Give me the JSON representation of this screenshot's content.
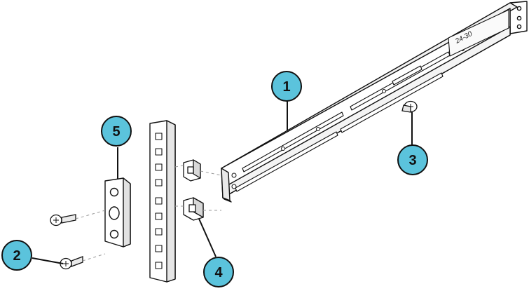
{
  "rail_label": "24-30",
  "callouts": [
    {
      "id": "1",
      "label": "1",
      "part": "rail"
    },
    {
      "id": "2",
      "label": "2",
      "part": "front-screws"
    },
    {
      "id": "3",
      "label": "3",
      "part": "rail-screw"
    },
    {
      "id": "4",
      "label": "4",
      "part": "cage-nuts"
    },
    {
      "id": "5",
      "label": "5",
      "part": "bracket"
    }
  ],
  "colors": {
    "callout_fill": "#5bc3dc",
    "callout_stroke": "#111111",
    "line": "#111111",
    "part_fill": "#ffffff",
    "shade": "#d6d6d6"
  }
}
